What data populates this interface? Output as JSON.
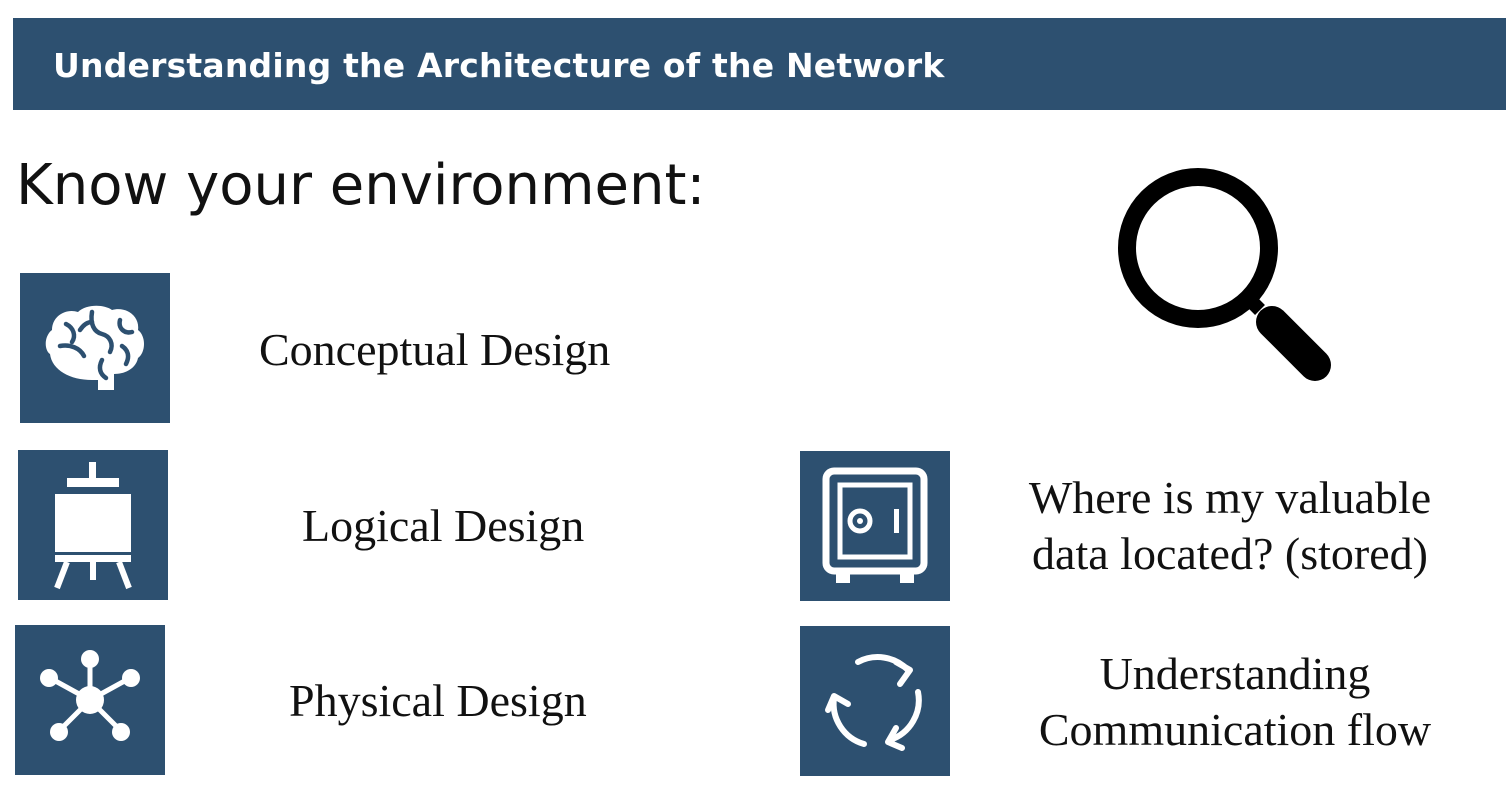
{
  "header": {
    "title": "Understanding the Architecture of the Network"
  },
  "subtitle": "Know your environment:",
  "left_items": [
    {
      "label": "Conceptual Design",
      "icon": "brain-icon"
    },
    {
      "label": "Logical Design",
      "icon": "easel-icon"
    },
    {
      "label": "Physical Design",
      "icon": "network-hub-icon"
    }
  ],
  "right_items": [
    {
      "lines": [
        "Where is my valuable",
        "data located? (stored)"
      ],
      "icon": "safe-icon"
    },
    {
      "lines": [
        "Understanding",
        "Communication flow"
      ],
      "icon": "cycle-arrows-icon"
    }
  ],
  "decor": {
    "icon": "magnifying-glass-icon"
  },
  "colors": {
    "brand": "#2d5070",
    "text": "#111111",
    "background": "#ffffff"
  }
}
